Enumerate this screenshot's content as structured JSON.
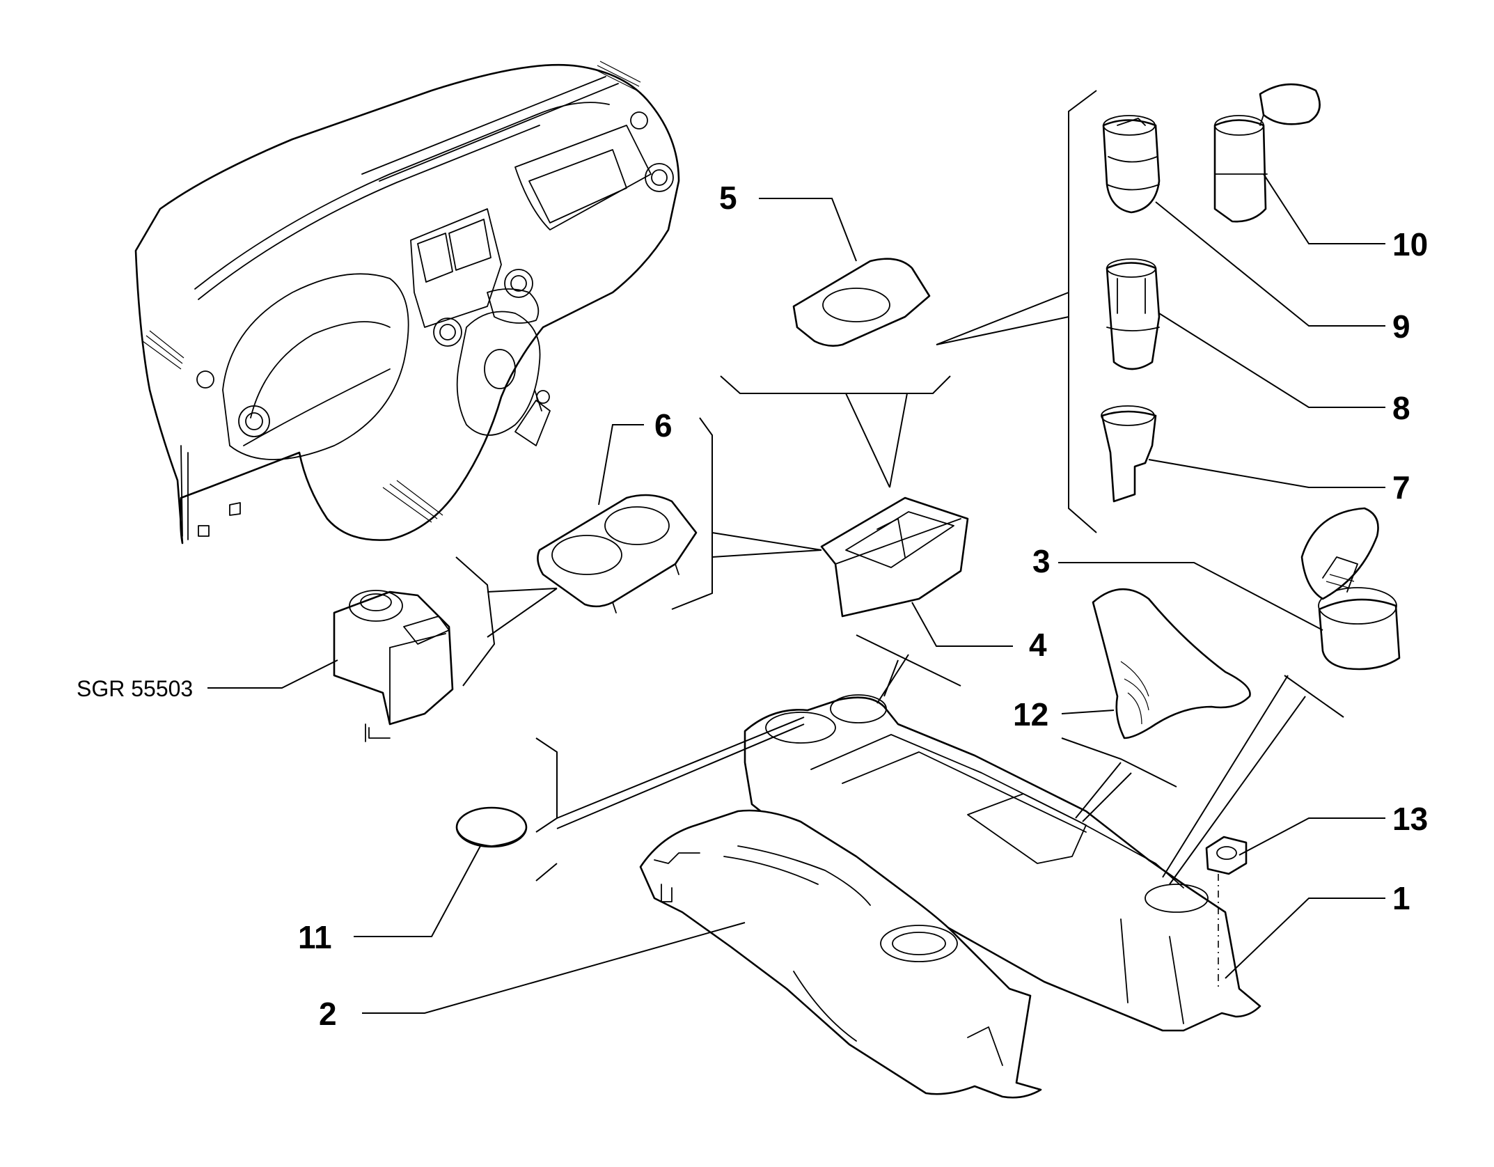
{
  "reference_code": "SGR 55503",
  "callouts": [
    {
      "id": "1",
      "label": "1"
    },
    {
      "id": "2",
      "label": "2"
    },
    {
      "id": "3",
      "label": "3"
    },
    {
      "id": "4",
      "label": "4"
    },
    {
      "id": "5",
      "label": "5"
    },
    {
      "id": "6",
      "label": "6"
    },
    {
      "id": "7",
      "label": "7"
    },
    {
      "id": "8",
      "label": "8"
    },
    {
      "id": "9",
      "label": "9"
    },
    {
      "id": "10",
      "label": "10"
    },
    {
      "id": "11",
      "label": "11"
    },
    {
      "id": "12",
      "label": "12"
    },
    {
      "id": "13",
      "label": "13"
    }
  ],
  "colors": {
    "ink": "#000000",
    "paper": "#ffffff"
  }
}
